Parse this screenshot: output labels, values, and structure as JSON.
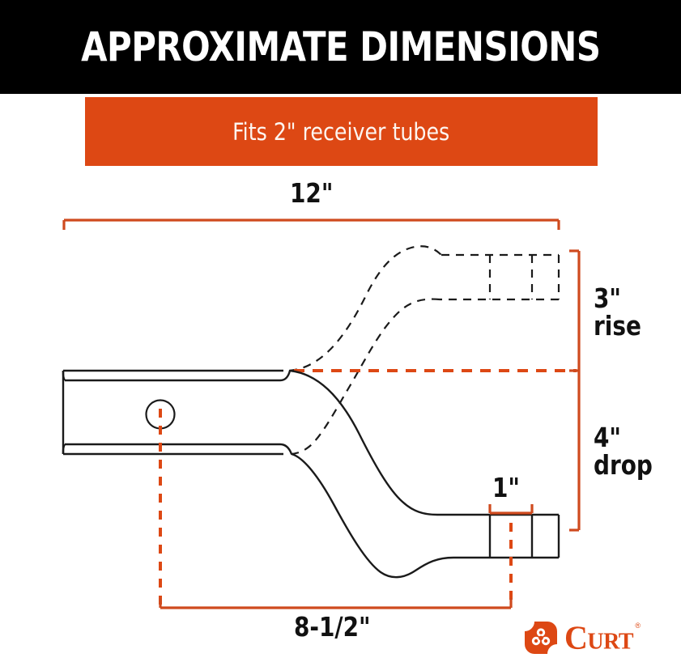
{
  "header": {
    "title": "APPROXIMATE DIMENSIONS",
    "subtitle": "Fits 2\" receiver tubes",
    "title_bg": "#000000",
    "title_color": "#ffffff",
    "subtitle_bg": "#dd4814",
    "subtitle_color": "#fdf5f0"
  },
  "diagram": {
    "product": "ball mount",
    "accent_color": "#dd4814",
    "outline_color": "#111111",
    "dimensions": {
      "overall_length": "12\"",
      "rise": "3\"\nrise",
      "drop": "4\"\ndrop",
      "ball_platform_thickness": "1\"",
      "drop_shank_length": "8-1/2\""
    },
    "labels": {
      "length": "12\"",
      "rise": "3\"\nrise",
      "drop": "4\"\ndrop",
      "platform": "1\"",
      "shank": "8-1/2\""
    }
  },
  "brand": {
    "name": "Curt",
    "trademark": "®",
    "color": "#dd4814"
  }
}
